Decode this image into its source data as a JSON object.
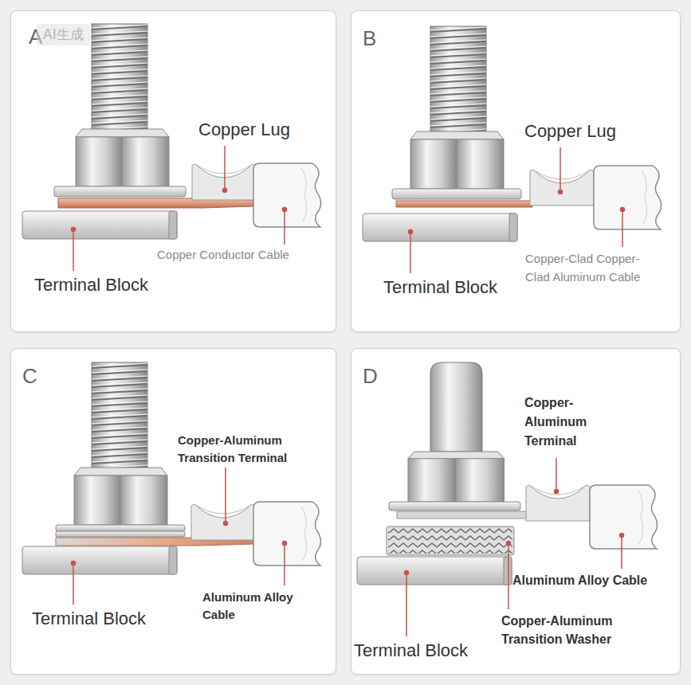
{
  "diagram": {
    "nodes": [
      {
        "text": [
          "A",
          "Copper Lug",
          "Copper Conductor Cable",
          "Terminal Block"
        ]
      },
      {
        "text": [
          "B",
          "Copper Lug",
          "Copper-Clad Copper- Clad Aluminum Cable",
          "Terminal Block"
        ]
      },
      {
        "text": [
          "C",
          "Copper-Aluminum Transition Terminal",
          "Aluminum Alloy Cable",
          "Terminal Block"
        ]
      },
      {
        "text": [
          "D",
          "Copper- Aluminum Terminal",
          "Aluminum Alloy Cable",
          "Copper-Aluminum Transition Washer",
          "Terminal Block"
        ]
      }
    ],
    "labels": [
      "AI生成"
    ]
  }
}
